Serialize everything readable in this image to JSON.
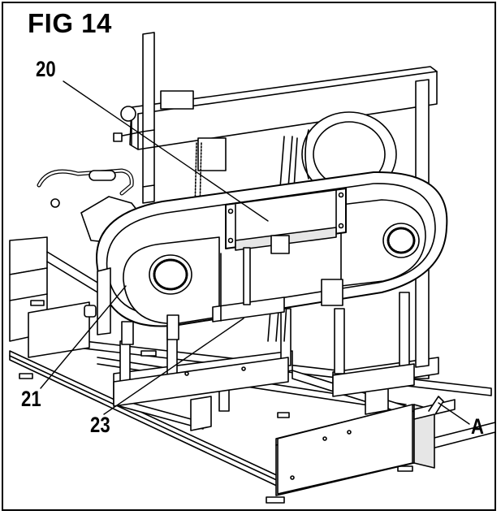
{
  "figure": {
    "title": "FIG 14",
    "callouts": {
      "c20": "20",
      "c21": "21",
      "c23": "23",
      "cA": "A"
    }
  },
  "colors": {
    "line": "#000000",
    "fill_light": "#ffffff",
    "fill_shade": "#e6e6e6"
  }
}
